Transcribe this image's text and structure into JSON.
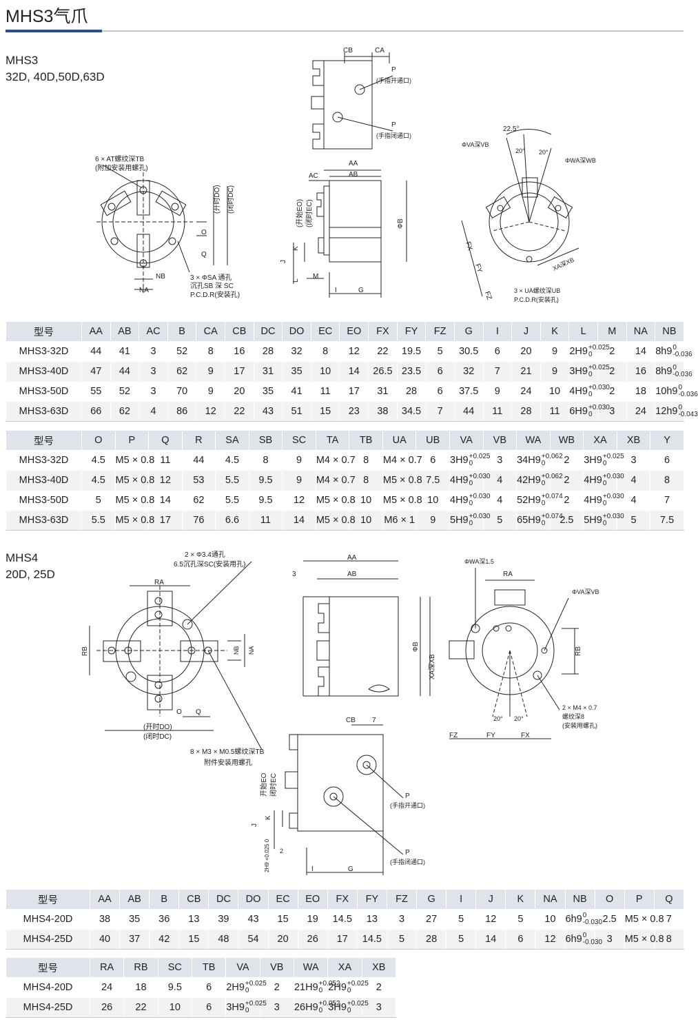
{
  "page_title": "MHS3气爪",
  "sec1": {
    "model": "MHS3",
    "sizes": "32D, 40D,50D,63D"
  },
  "sec2": {
    "model": "MHS4",
    "sizes": "20D, 25D"
  },
  "dwg1": {
    "cb": "CB",
    "ca": "CA",
    "p": "P",
    "p_open": "(手指开通口)",
    "p_close": "(手指闭通口)",
    "at_note1": "6 × AT螺纹深TB",
    "at_note2": "(附加安装用螺孔)",
    "do_label": "(开时DO)",
    "dc_label": "(闭时DC)",
    "o": "O",
    "q": "Q",
    "nb": "NB",
    "na": "NA",
    "sa1": "3 × ΦSA 通孔",
    "sa2": "沉孔SB 深 SC",
    "sa3": "P.C.D.R(安装孔)",
    "aa": "AA",
    "ab": "AB",
    "ac": "AC",
    "eo": "(开始EO)",
    "ec": "(闭时EC)",
    "phib": "ΦB",
    "j": "J",
    "k": "K",
    "l": "L",
    "m": "M",
    "i": "I",
    "g": "G",
    "ang225": "22.5°",
    "phiva": "ΦVA深VB",
    "ang20a": "20°",
    "ang20b": "20°",
    "phiwa": "ΦWA深WB",
    "fx": "FX",
    "fy": "FY",
    "fz": "FZ",
    "xa": "XA深XB",
    "ua1": "3 × UA螺纹深UB",
    "ua2": "P.C.D.R(安装孔)"
  },
  "dwg2": {
    "note1": "2 × Φ3.4通孔",
    "note2": "6.5沉孔深SC(安装用孔)",
    "ra": "RA",
    "rb": "RB",
    "nb": "NB",
    "na": "NA",
    "o": "O",
    "q": "Q",
    "do_label": "(开时DO)",
    "dc_label": "(闭时DC)",
    "m3a": "8 × M3 × M0.5螺纹深TB",
    "m3b": "附件安装用螺孔",
    "aa": "AA",
    "ab": "AB",
    "three": "3",
    "phib": "ΦB",
    "xa": "XA深XB",
    "phiwa": "ΦWA深1.5",
    "ra2": "RA",
    "phiva": "ΦVA深VB",
    "rb2": "RB",
    "m4a": "2 × M4 × 0.7",
    "m4b": "螺纹深8",
    "m4c": "(安装用螺孔)",
    "ang20a": "20°",
    "ang20b": "20°",
    "fz": "FZ",
    "fy": "FY",
    "fx": "FX",
    "cb": "CB",
    "seven": "7",
    "eo": "开始EO",
    "ec": "闭时EC",
    "p": "P",
    "p_open": "(手指开通口)",
    "p_close": "(手指闭通口)",
    "j": "J",
    "k": "K",
    "two": "2",
    "l": "2H9 +0.025 0",
    "i": "I",
    "g": "G"
  },
  "table1": {
    "headers": [
      "型号",
      "AA",
      "AB",
      "AC",
      "B",
      "CA",
      "CB",
      "DC",
      "DO",
      "EC",
      "EO",
      "FX",
      "FY",
      "FZ",
      "G",
      "I",
      "J",
      "K",
      "L",
      "M",
      "NA",
      "NB"
    ],
    "rows": [
      [
        "MHS3-32D",
        "44",
        "41",
        "3",
        "52",
        "8",
        "16",
        "28",
        "32",
        "8",
        "12",
        "22",
        "19.5",
        "5",
        "30.5",
        "6",
        "20",
        "9",
        {
          "v": "2H9",
          "u": "+0.025",
          "l": "0"
        },
        "2",
        "14",
        {
          "v": "8h9",
          "u": "0",
          "l": "-0.036"
        }
      ],
      [
        "MHS3-40D",
        "47",
        "44",
        "3",
        "62",
        "9",
        "17",
        "31",
        "35",
        "10",
        "14",
        "26.5",
        "23.5",
        "6",
        "32",
        "7",
        "21",
        "9",
        {
          "v": "3H9",
          "u": "+0.025",
          "l": "0"
        },
        "2",
        "16",
        {
          "v": "8h9",
          "u": "0",
          "l": "-0.036"
        }
      ],
      [
        "MHS3-50D",
        "55",
        "52",
        "3",
        "70",
        "9",
        "20",
        "35",
        "41",
        "11",
        "17",
        "31",
        "28",
        "6",
        "37.5",
        "9",
        "24",
        "10",
        {
          "v": "4H9",
          "u": "+0.030",
          "l": "0"
        },
        "2",
        "18",
        {
          "v": "10h9",
          "u": "0",
          "l": "-0.036"
        }
      ],
      [
        "MHS3-63D",
        "66",
        "62",
        "4",
        "86",
        "12",
        "22",
        "43",
        "51",
        "15",
        "23",
        "38",
        "34.5",
        "7",
        "44",
        "11",
        "28",
        "11",
        {
          "v": "6H9",
          "u": "+0.030",
          "l": "0"
        },
        "3",
        "24",
        {
          "v": "12h9",
          "u": "0",
          "l": "-0.043"
        }
      ]
    ]
  },
  "table2": {
    "headers": [
      "型号",
      "O",
      "P",
      "Q",
      "R",
      "SA",
      "SB",
      "SC",
      "TA",
      "TB",
      "UA",
      "UB",
      "VA",
      "VB",
      "WA",
      "WB",
      "XA",
      "XB",
      "Y"
    ],
    "rows": [
      [
        "MHS3-32D",
        "4.5",
        "M5 × 0.8",
        "11",
        "44",
        "4.5",
        "8",
        "9",
        "M4 × 0.7",
        "8",
        "M4 × 0.7",
        "6",
        {
          "v": "3H9",
          "u": "+0.025",
          "l": "0"
        },
        "3",
        {
          "v": "34H9",
          "u": "+0.062",
          "l": "0"
        },
        "2",
        {
          "v": "3H9",
          "u": "+0.025",
          "l": "0"
        },
        "3",
        "6"
      ],
      [
        "MHS3-40D",
        "4.5",
        "M5 × 0.8",
        "12",
        "53",
        "5.5",
        "9.5",
        "9",
        "M4 × 0.7",
        "8",
        "M5 × 0.8",
        "7.5",
        {
          "v": "4H9",
          "u": "+0.030",
          "l": "0"
        },
        "4",
        {
          "v": "42H9",
          "u": "+0.062",
          "l": "0"
        },
        "2",
        {
          "v": "4H9",
          "u": "+0.030",
          "l": "0"
        },
        "4",
        "8"
      ],
      [
        "MHS3-50D",
        "5",
        "M5 × 0.8",
        "14",
        "62",
        "5.5",
        "9.5",
        "12",
        "M5 × 0.8",
        "10",
        "M5 × 0.8",
        "10",
        {
          "v": "4H9",
          "u": "+0.030",
          "l": "0"
        },
        "4",
        {
          "v": "52H9",
          "u": "+0.074",
          "l": "0"
        },
        "2",
        {
          "v": "4H9",
          "u": "+0.030",
          "l": "0"
        },
        "4",
        "7"
      ],
      [
        "MHS3-63D",
        "5.5",
        "M5 × 0.8",
        "17",
        "76",
        "6.6",
        "11",
        "14",
        "M5 × 0.8",
        "10",
        "M6 × 1",
        "9",
        {
          "v": "5H9",
          "u": "+0.030",
          "l": "0"
        },
        "5",
        {
          "v": "65H9",
          "u": "+0.074",
          "l": "0"
        },
        "2.5",
        {
          "v": "5H9",
          "u": "+0.030",
          "l": "0"
        },
        "5",
        "7.5"
      ]
    ]
  },
  "table3": {
    "headers": [
      "型号",
      "AA",
      "AB",
      "B",
      "CB",
      "DC",
      "DO",
      "EC",
      "EO",
      "FX",
      "FY",
      "FZ",
      "G",
      "I",
      "J",
      "K",
      "NA",
      "NB",
      "O",
      "P",
      "Q"
    ],
    "rows": [
      [
        "MHS4-20D",
        "38",
        "35",
        "36",
        "13",
        "39",
        "43",
        "15",
        "19",
        "14.5",
        "13",
        "3",
        "27",
        "5",
        "12",
        "5",
        "10",
        {
          "v": "6h9",
          "u": "0",
          "l": "-0.030"
        },
        "2.5",
        "M5 × 0.8",
        "7"
      ],
      [
        "MHS4-25D",
        "40",
        "37",
        "42",
        "15",
        "48",
        "54",
        "20",
        "26",
        "17",
        "14.5",
        "5",
        "28",
        "5",
        "14",
        "6",
        "12",
        {
          "v": "6h9",
          "u": "0",
          "l": "-0.030"
        },
        "3",
        "M5 × 0.8",
        "8"
      ]
    ]
  },
  "table4": {
    "headers": [
      "型号",
      "RA",
      "RB",
      "SC",
      "TB",
      "VA",
      "VB",
      "WA",
      "XA",
      "XB"
    ],
    "rows": [
      [
        "MHS4-20D",
        "24",
        "18",
        "9.5",
        "6",
        {
          "v": "2H9",
          "u": "+0.025",
          "l": "0"
        },
        "2",
        {
          "v": "21H9",
          "u": "+0.052",
          "l": "0"
        },
        {
          "v": "2H9",
          "u": "+0.025",
          "l": "0"
        },
        "2"
      ],
      [
        "MHS4-25D",
        "26",
        "22",
        "10",
        "6",
        {
          "v": "3H9",
          "u": "+0.025",
          "l": "0"
        },
        "3",
        {
          "v": "26H9",
          "u": "+0.052",
          "l": "0"
        },
        {
          "v": "3H9",
          "u": "+0.025",
          "l": "0"
        },
        "3"
      ]
    ]
  }
}
